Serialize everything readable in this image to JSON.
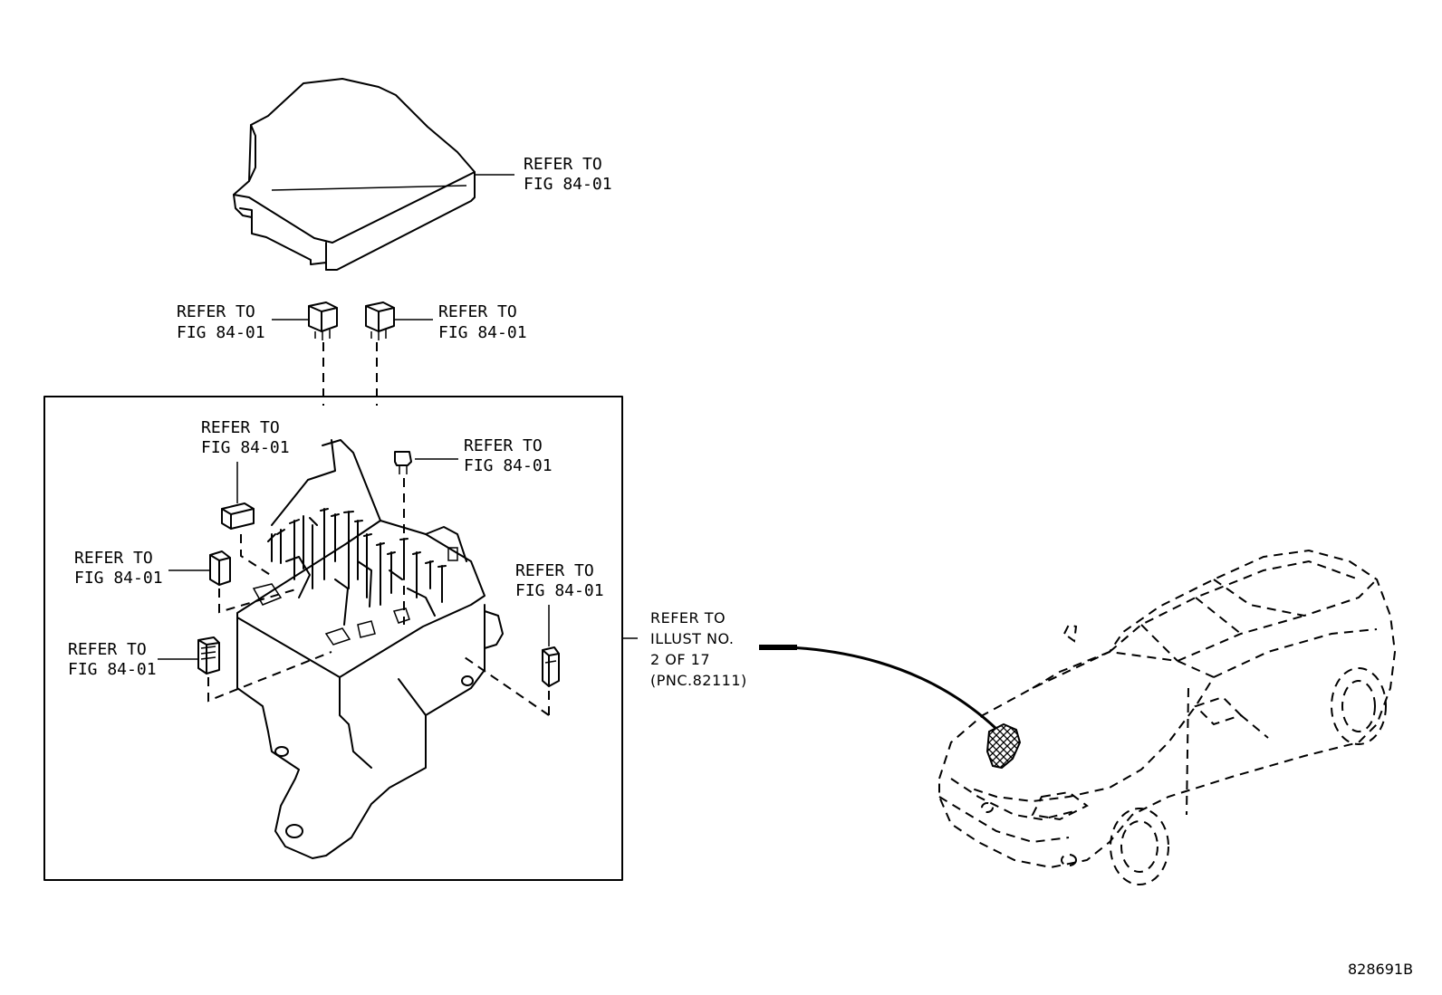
{
  "callouts": {
    "cover": {
      "line1": "REFER TO",
      "line2": "FIG 84-01"
    },
    "relay_left": {
      "line1": "REFER TO",
      "line2": "FIG 84-01"
    },
    "relay_right": {
      "line1": "REFER TO",
      "line2": "FIG 84-01"
    },
    "upper_left": {
      "line1": "REFER TO",
      "line2": "FIG 84-01"
    },
    "mini_fuse": {
      "line1": "REFER TO",
      "line2": "FIG 84-01"
    },
    "mid_left": {
      "line1": "REFER TO",
      "line2": "FIG 84-01"
    },
    "right_side": {
      "line1": "REFER TO",
      "line2": "FIG 84-01"
    },
    "lower_left": {
      "line1": "REFER TO",
      "line2": "FIG 84-01"
    },
    "illust": {
      "line1": "REFER TO",
      "line2": "ILLUST NO.",
      "line3": "2 OF 17",
      "line4": "(PNC.82111)"
    }
  },
  "figure_id": "828691B"
}
